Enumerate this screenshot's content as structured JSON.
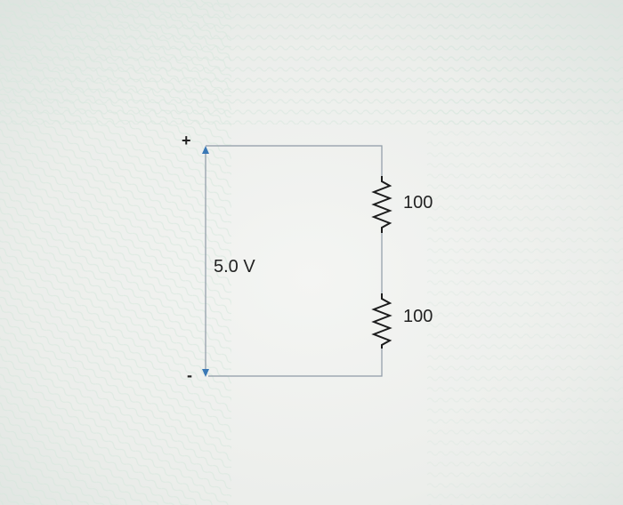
{
  "circuit": {
    "positive_terminal": "+",
    "negative_terminal": "-",
    "source_voltage": "5.0 V",
    "resistors": [
      {
        "value": "100"
      },
      {
        "value": "100"
      }
    ]
  },
  "colors": {
    "wire": "#8e9aa6",
    "arrow": "#3a78b5",
    "resistor": "#1c1c1c",
    "text": "#222222"
  }
}
